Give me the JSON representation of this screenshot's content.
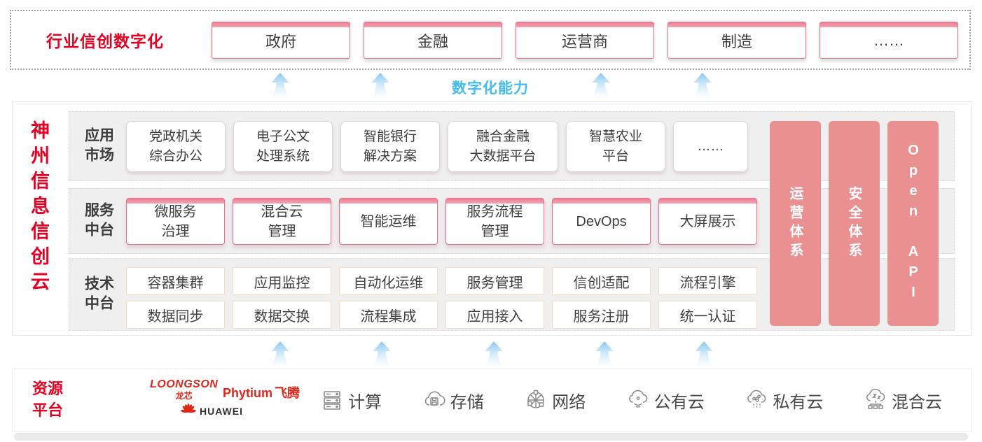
{
  "colors": {
    "heading_red": "#e60021",
    "logo_red": "#e1251b",
    "pink_border": "#ee7188",
    "pink_bar": "#f0839a",
    "pillar_salmon": "#ea9090",
    "capability_cyan": "#45bdf0"
  },
  "top_banner": {
    "title": "行业信创数字化",
    "industries": [
      "政府",
      "金融",
      "运营商",
      "制造",
      "……"
    ]
  },
  "capability_label": "数字化能力",
  "platform": {
    "vertical_title": "神州信息信创云",
    "app_row": {
      "label_line1": "应用",
      "label_line2": "市场",
      "items": [
        {
          "line1": "党政机关",
          "line2": "综合办公"
        },
        {
          "line1": "电子公文",
          "line2": "处理系统"
        },
        {
          "line1": "智能银行",
          "line2": "解决方案"
        },
        {
          "line1": "融合金融",
          "line2": "大数据平台"
        },
        {
          "line1": "智慧农业",
          "line2": "平台"
        },
        {
          "line1": "……",
          "line2": ""
        }
      ]
    },
    "service_row": {
      "label_line1": "服务",
      "label_line2": "中台",
      "items": [
        {
          "line1": "微服务",
          "line2": "治理"
        },
        {
          "line1": "混合云",
          "line2": "管理"
        },
        {
          "line1": "智能运维",
          "line2": ""
        },
        {
          "line1": "服务流程",
          "line2": "管理"
        },
        {
          "line1": "DevOps",
          "line2": ""
        },
        {
          "line1": "大屏展示",
          "line2": ""
        }
      ]
    },
    "tech_row": {
      "label_line1": "技术",
      "label_line2": "中台",
      "items_top": [
        "容器集群",
        "应用监控",
        "自动化运维",
        "服务管理",
        "信创适配",
        "流程引擎"
      ],
      "items_bottom": [
        "数据同步",
        "数据交换",
        "流程集成",
        "应用接入",
        "服务注册",
        "统一认证"
      ]
    },
    "pillars": [
      "运营体系",
      "安全体系",
      "Open API"
    ]
  },
  "resources": {
    "title_line1": "资源",
    "title_line2": "平台",
    "vendors": {
      "loongson_en": "LOONGSON",
      "loongson_cn": "龙芯",
      "phytium_en": "Phytium",
      "phytium_cn": "飞腾",
      "huawei": "HUAWEI"
    },
    "items": [
      {
        "icon": "compute-server-icon",
        "label": "计算"
      },
      {
        "icon": "storage-cloud-icon",
        "label": "存储"
      },
      {
        "icon": "network-globe-icon",
        "label": "网络"
      },
      {
        "icon": "public-cloud-icon",
        "label": "公有云"
      },
      {
        "icon": "private-cloud-icon",
        "label": "私有云"
      },
      {
        "icon": "hybrid-cloud-icon",
        "label": "混合云"
      }
    ]
  }
}
